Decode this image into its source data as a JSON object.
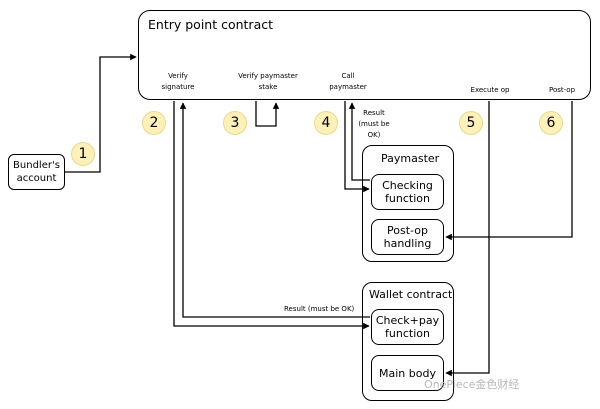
{
  "entry_point": {
    "title": "Entry point contract",
    "labels": {
      "verify_signature": "Verify\nsignature",
      "verify_paymaster_stake": "Verify paymaster\nstake",
      "call_paymaster": "Call\npaymaster",
      "execute_op": "Execute op",
      "post_op": "Post-op"
    }
  },
  "bundler": {
    "label": "Bundler's\naccount"
  },
  "badges": [
    "1",
    "2",
    "3",
    "4",
    "5",
    "6"
  ],
  "paymaster": {
    "title": "Paymaster",
    "checking_function": "Checking\nfunction",
    "post_op_handling": "Post-op\nhandling"
  },
  "wallet": {
    "title": "Wallet contract",
    "check_pay_function": "Check+pay\nfunction",
    "main_body": "Main body"
  },
  "results": {
    "paymaster_result": "Result\n(must be\nOK)",
    "wallet_result": "Result (must be OK)"
  },
  "watermark": "OnePiece金色财经"
}
